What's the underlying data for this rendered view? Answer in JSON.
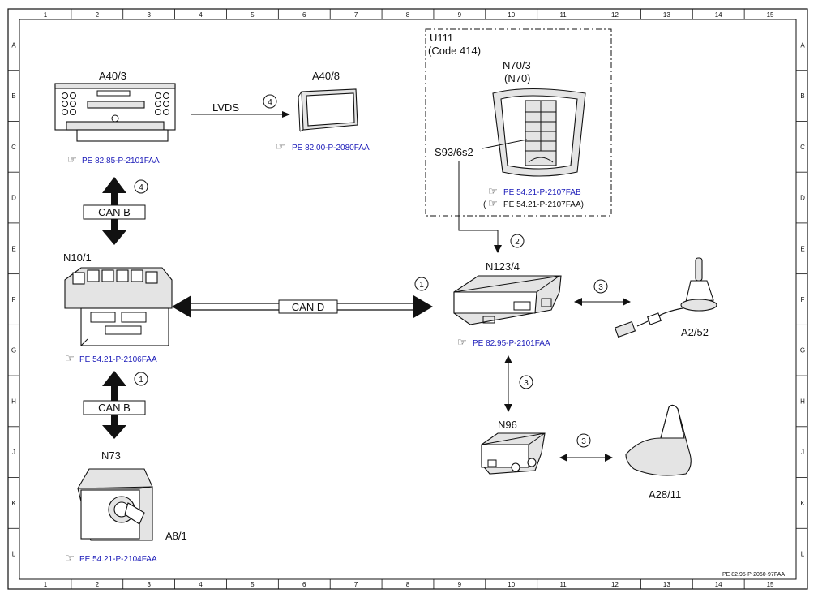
{
  "grid": {
    "columns": [
      "1",
      "2",
      "3",
      "4",
      "5",
      "6",
      "7",
      "8",
      "9",
      "10",
      "11",
      "12",
      "13",
      "14",
      "15"
    ],
    "rows": [
      "A",
      "B",
      "C",
      "D",
      "E",
      "F",
      "G",
      "H",
      "J",
      "K",
      "L"
    ]
  },
  "footer_code": "PE 82.95-P-2060-97FAA",
  "components": {
    "a40_3": "A40/3",
    "a40_8": "A40/8",
    "n10_1": "N10/1",
    "n73": "N73",
    "a8_1": "A8/1",
    "n123_4": "N123/4",
    "a2_52": "A2/52",
    "n96": "N96",
    "a28_11": "A28/11",
    "n70_3": "N70/3",
    "n70": "(N70)",
    "s93": "S93/6s2",
    "u111": "U111",
    "code414": "(Code 414)"
  },
  "refs": {
    "a40_3": "PE 82.85-P-2101FAA",
    "a40_8": "PE 82.00-P-2080FAA",
    "n10_1": "PE 54.21-P-2106FAA",
    "n73": "PE 54.21-P-2104FAA",
    "n123_4": "PE 82.95-P-2101FAA",
    "n70_fab": "PE 54.21-P-2107FAB",
    "n70_faa": "PE 54.21-P-2107FAA)",
    "n70_faa_open": "("
  },
  "connections": {
    "lvds": "LVDS",
    "can_b_top": "CAN B",
    "can_d": "CAN D",
    "can_b_bottom": "CAN B"
  },
  "markers": {
    "lvds": "4",
    "can_b_top": "4",
    "can_d": "1",
    "can_b_bottom": "1",
    "s93_line": "2",
    "a2_52": "3",
    "n96_vertical": "3",
    "a28_11": "3"
  }
}
